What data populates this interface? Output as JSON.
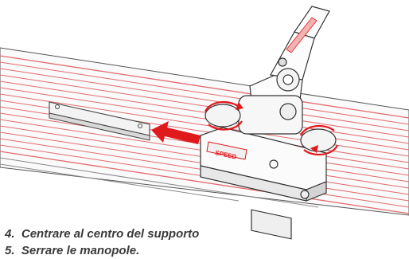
{
  "instructions": [
    {
      "number": "4.",
      "text": "Centrare al centro del supporto"
    },
    {
      "number": "5.",
      "text": "Serrare le manopole."
    }
  ],
  "illustration": {
    "subject": "rail-clamp-mounting",
    "brand_mark": "SPEED",
    "arrow": "left-arrow-icon",
    "knob_rotation": "rotate-arrows-icon",
    "colors": {
      "accent": "#e0191d",
      "line": "#3b3b3b",
      "highlight": "#f2b2b2"
    }
  }
}
